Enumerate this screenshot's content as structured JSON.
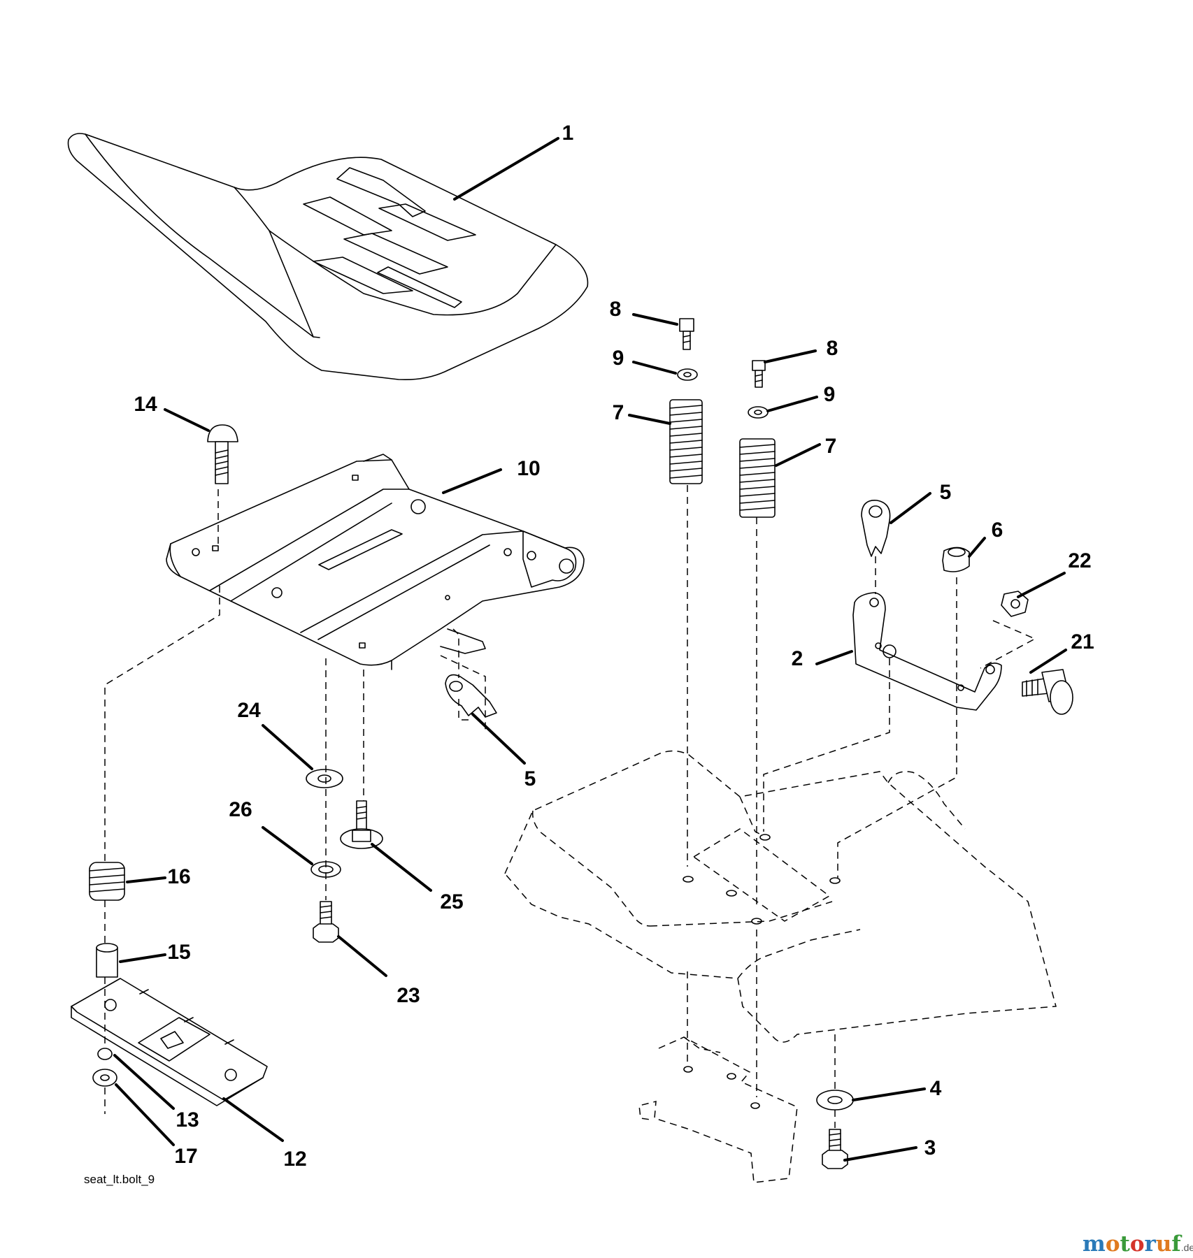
{
  "callouts": [
    {
      "id": "c1",
      "label": "1"
    },
    {
      "id": "c2",
      "label": "2"
    },
    {
      "id": "c3",
      "label": "3"
    },
    {
      "id": "c4",
      "label": "4"
    },
    {
      "id": "c5a",
      "label": "5"
    },
    {
      "id": "c5b",
      "label": "5"
    },
    {
      "id": "c6",
      "label": "6"
    },
    {
      "id": "c7a",
      "label": "7"
    },
    {
      "id": "c7b",
      "label": "7"
    },
    {
      "id": "c8a",
      "label": "8"
    },
    {
      "id": "c8b",
      "label": "8"
    },
    {
      "id": "c9a",
      "label": "9"
    },
    {
      "id": "c9b",
      "label": "9"
    },
    {
      "id": "c10",
      "label": "10"
    },
    {
      "id": "c12",
      "label": "12"
    },
    {
      "id": "c13",
      "label": "13"
    },
    {
      "id": "c14",
      "label": "14"
    },
    {
      "id": "c15",
      "label": "15"
    },
    {
      "id": "c16",
      "label": "16"
    },
    {
      "id": "c17",
      "label": "17"
    },
    {
      "id": "c21",
      "label": "21"
    },
    {
      "id": "c22",
      "label": "22"
    },
    {
      "id": "c23",
      "label": "23"
    },
    {
      "id": "c24",
      "label": "24"
    },
    {
      "id": "c25",
      "label": "25"
    },
    {
      "id": "c26",
      "label": "26"
    }
  ],
  "diagram_filename": "seat_lt.bolt_9",
  "watermark": {
    "letters": [
      "m",
      "o",
      "t",
      "o",
      "r",
      "u",
      "f"
    ],
    "letter_colors": [
      "#2a7ab8",
      "#e07a1f",
      "#3a9a3a",
      "#d4342a",
      "#2a7ab8",
      "#e07a1f",
      "#3a9a3a"
    ],
    "suffix": ".de",
    "suffix_color": "#555555"
  }
}
